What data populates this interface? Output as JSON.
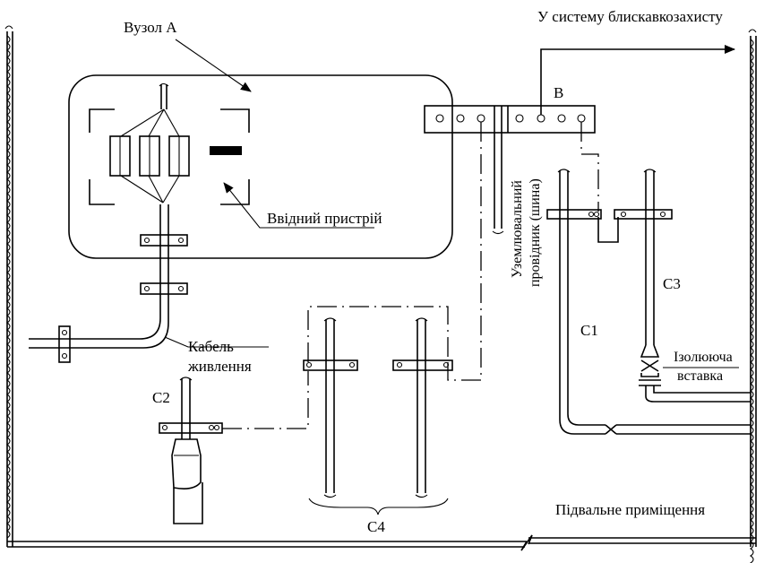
{
  "labels": {
    "node_a": "Вузол А",
    "lightning": "У систему блискавкозахисту",
    "bus_b": "В",
    "input_device": "Ввідний пристрій",
    "ground_conductor_1": "Уземлювальний",
    "ground_conductor_2": "провідник (шина)",
    "cable_1": "Кабель",
    "cable_2": "живлення",
    "c1": "С1",
    "c2": "С2",
    "c3": "С3",
    "c4": "С4",
    "insulating_1": "Ізолююча",
    "insulating_2": "вставка",
    "basement": "Підвальне приміщення"
  }
}
